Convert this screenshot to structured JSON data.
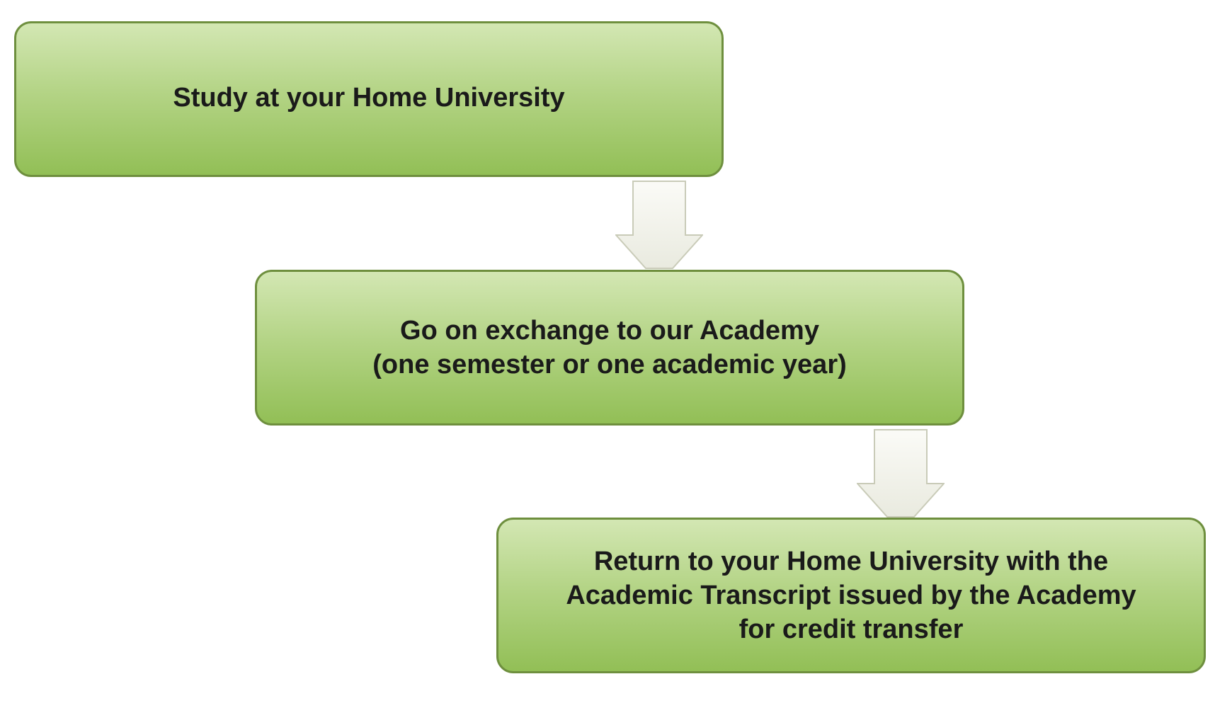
{
  "steps": [
    {
      "label": "Study at your Home University"
    },
    {
      "label": "Go on exchange to our Academy\n(one semester or one academic year)"
    },
    {
      "label": "Return to your Home University with the\nAcademic Transcript issued by the Academy\nfor credit transfer"
    }
  ],
  "colors": {
    "box_top": "#d3e7b3",
    "box_bottom": "#92bf56",
    "box_border": "#6e8f3e",
    "arrow_fill_top": "#fbfbf7",
    "arrow_fill_bottom": "#e9eadf",
    "arrow_stroke": "#c9cbb8",
    "text": "#1a1a1a"
  },
  "icons": {
    "connector": "down-arrow-icon"
  }
}
